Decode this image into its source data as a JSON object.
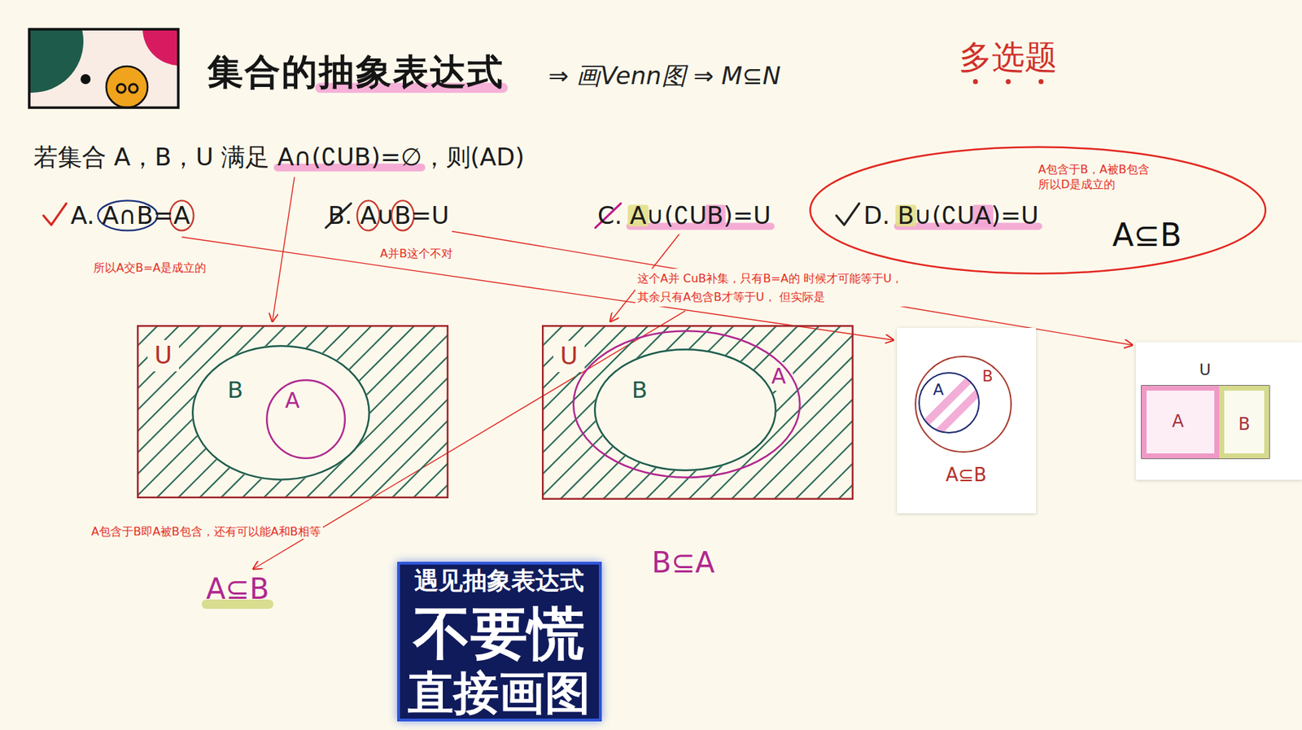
{
  "diagram": {
    "title": "集合的抽象表达式",
    "nodes": [
      {
        "text": [
          "A包含于B，A被B包含 所以D是成立的",
          "D. B∪(∁UA)=U",
          "A⊆B"
        ]
      },
      {
        "text": [
          "U"
        ]
      },
      {
        "text": [
          "B"
        ],
        "in": 1
      },
      {
        "text": [
          "A"
        ],
        "in": 2
      },
      {
        "text": [
          "U"
        ]
      },
      {
        "text": [
          "A"
        ],
        "in": 4
      },
      {
        "text": [
          "B"
        ],
        "in": 5
      },
      {
        "text": [
          "A⊆B"
        ]
      },
      {
        "text": [
          "B"
        ],
        "in": 7
      },
      {
        "text": [
          "A"
        ],
        "in": 8
      },
      {
        "text": [
          "U"
        ]
      },
      {
        "text": [
          "A"
        ],
        "in": 10
      },
      {
        "text": [
          "B"
        ],
        "in": 10
      },
      {
        "text": [
          "遇见抽象表达式",
          "不要慌",
          "直接画图"
        ]
      }
    ],
    "labels": [
      "⇒ 画Venn图 ⇒ M⊆N",
      "多选题",
      "若集合 A，B，U 满足 A∩(∁UB)=∅，则(AD)",
      "A. A∩B=A",
      "B. A∪B=U",
      "C. A∪(∁UB)=U",
      "所以A交B=A是成立的",
      "A并B这个不对",
      "这个A并 CuB补集，只有B=A的 时候才可能等于U，其余只有A包含B才等于U， 但实际是",
      "A包含于B即A被B包含，还有可以能A和B相等",
      "A⊆B",
      "B⊆A"
    ]
  }
}
